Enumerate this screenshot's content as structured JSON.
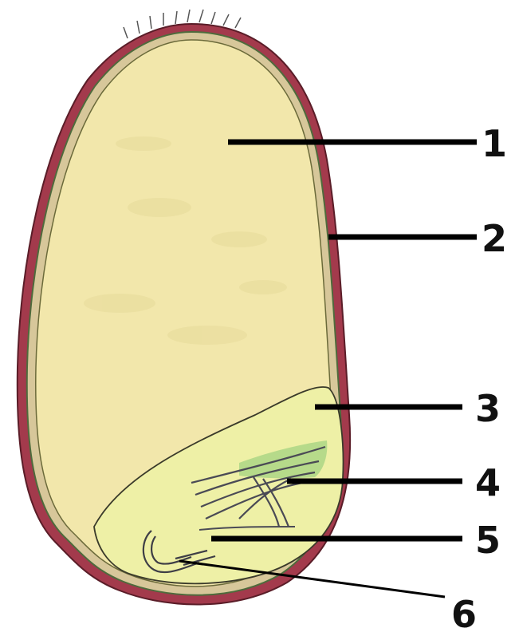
{
  "labels": {
    "l1": "1",
    "l2": "2",
    "l3": "3",
    "l4": "4",
    "l5": "5",
    "l6": "6"
  },
  "colors": {
    "endosperm": "#f1e6a9",
    "coat_outer": "#9c3a4a",
    "coat_inner": "#6b8a55",
    "scutellum": "#eef0a8",
    "embryo_green": "#b9dc8e",
    "line": "#333333"
  }
}
